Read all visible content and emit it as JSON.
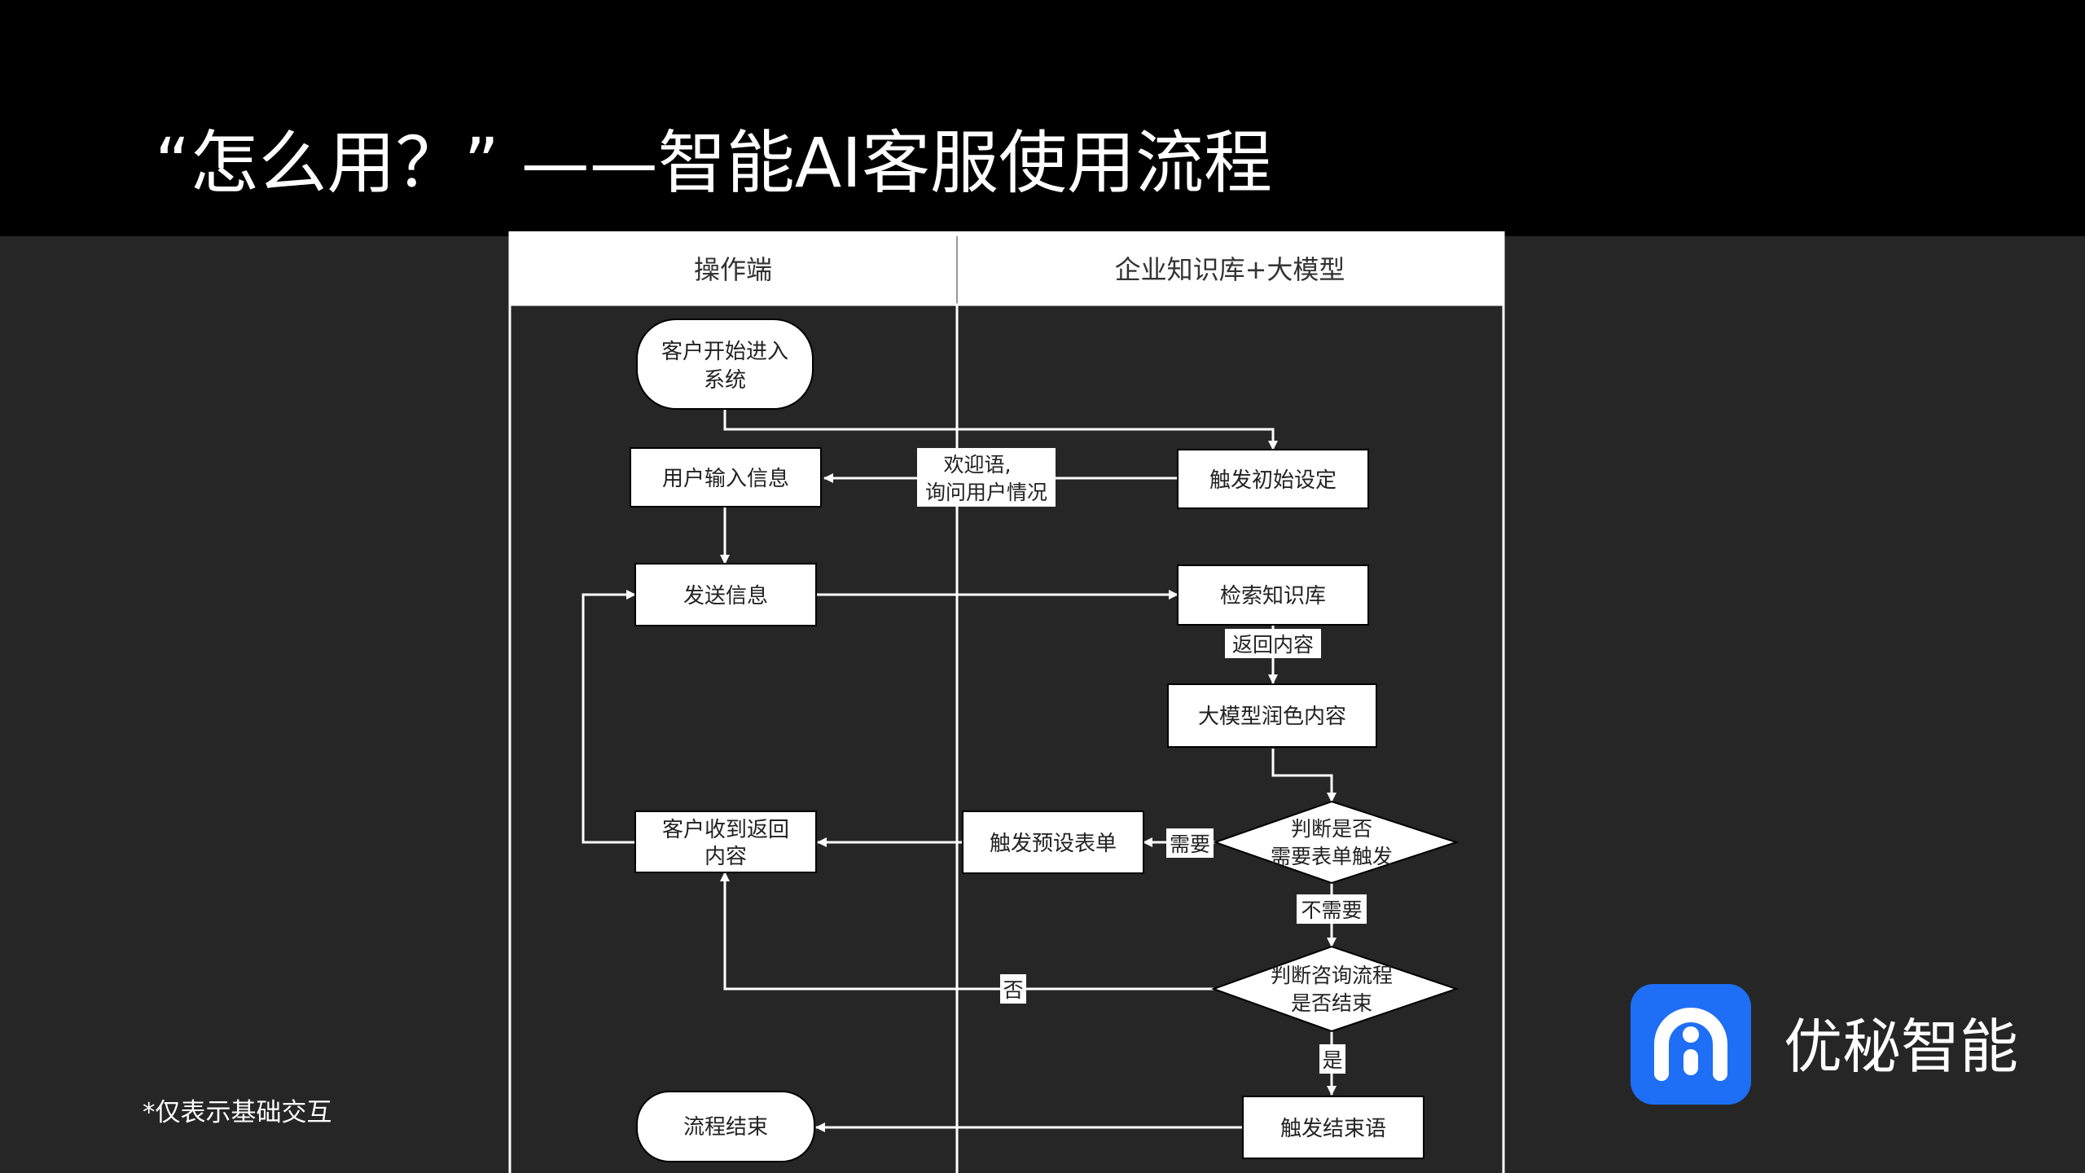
{
  "slide": {
    "title": "“怎么用？” ——智能AI客服使用流程",
    "footnote": "*仅表示基础交互"
  },
  "brand": {
    "name": "优秘智能",
    "logo_icon": "m-logo-icon",
    "logo_color": "#1e6ff5"
  },
  "diagram": {
    "lanes": {
      "left": "操作端",
      "right": "企业知识库+大模型"
    },
    "nodes": {
      "start": [
        "客户开始进入",
        "系统"
      ],
      "user_input": "用户输入信息",
      "send": "发送信息",
      "receive": [
        "客户收到返回",
        "内容"
      ],
      "end": "流程结束",
      "trigger_init": "触发初始设定",
      "search_kb": "检索知识库",
      "llm_polish": "大模型润色内容",
      "judge_form": [
        "判断是否",
        "需要表单触发"
      ],
      "trigger_form": "触发预设表单",
      "judge_end": [
        "判断咨询流程",
        "是否结束"
      ],
      "trigger_end": "触发结束语"
    },
    "edge_labels": {
      "welcome": [
        "欢迎语,",
        "询问用户情况"
      ],
      "return_content": "返回内容",
      "need": "需要",
      "not_need": "不需要",
      "no": "否",
      "yes": "是"
    }
  }
}
